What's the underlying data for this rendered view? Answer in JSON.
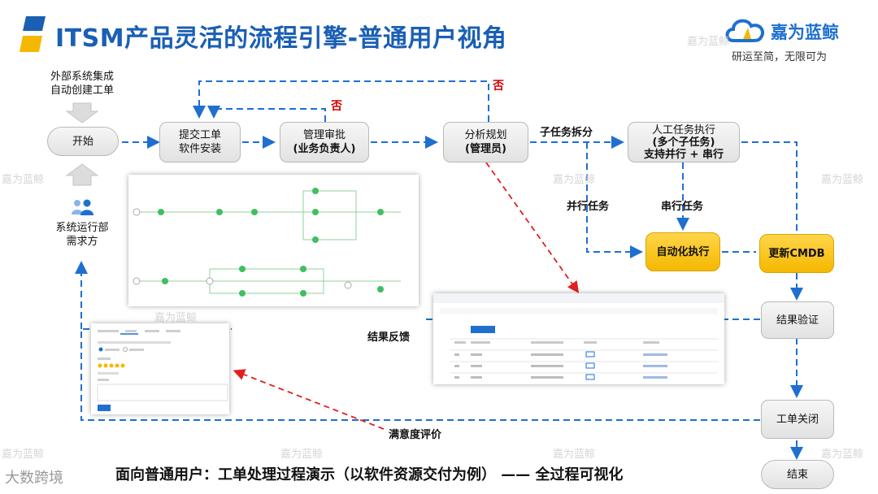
{
  "title": "ITSM产品灵活的流程引擎-普通用户视角",
  "brand": {
    "name": "嘉为蓝鲸",
    "slogan": "研运至简，无限可为"
  },
  "notes": {
    "external": [
      "外部系统集成",
      "自动创建工单"
    ],
    "requester": [
      "系统运行部",
      "需求方"
    ]
  },
  "nodes": {
    "start": "开始",
    "submit": [
      "提交工单",
      "软件安装"
    ],
    "approve": [
      "管理审批",
      "(业务负责人)"
    ],
    "analyze": [
      "分析规划",
      "(管理员)"
    ],
    "manual": [
      "人工任务执行",
      "(多个子任务)",
      "支持并行 + 串行"
    ],
    "auto": "自动化执行",
    "cmdb": "更新CMDB",
    "verify": "结果验证",
    "close": "工单关闭",
    "end": "结束"
  },
  "labels": {
    "reject1": "否",
    "reject2": "否",
    "subtask_split": "子任务拆分",
    "parallel": "并行任务",
    "serial": "串行任务",
    "feedback": "结果反馈",
    "satisfaction": "满意度评价"
  },
  "footer": "面向普通用户：工单处理过程演示（以软件资源交付为例） —— 全过程可视化",
  "footer_logo": "大数跨境",
  "watermark": "嘉为蓝鲸",
  "colors": {
    "flow": "#1f6fd0",
    "reject": "#e02020",
    "accent": "#f5b800"
  }
}
